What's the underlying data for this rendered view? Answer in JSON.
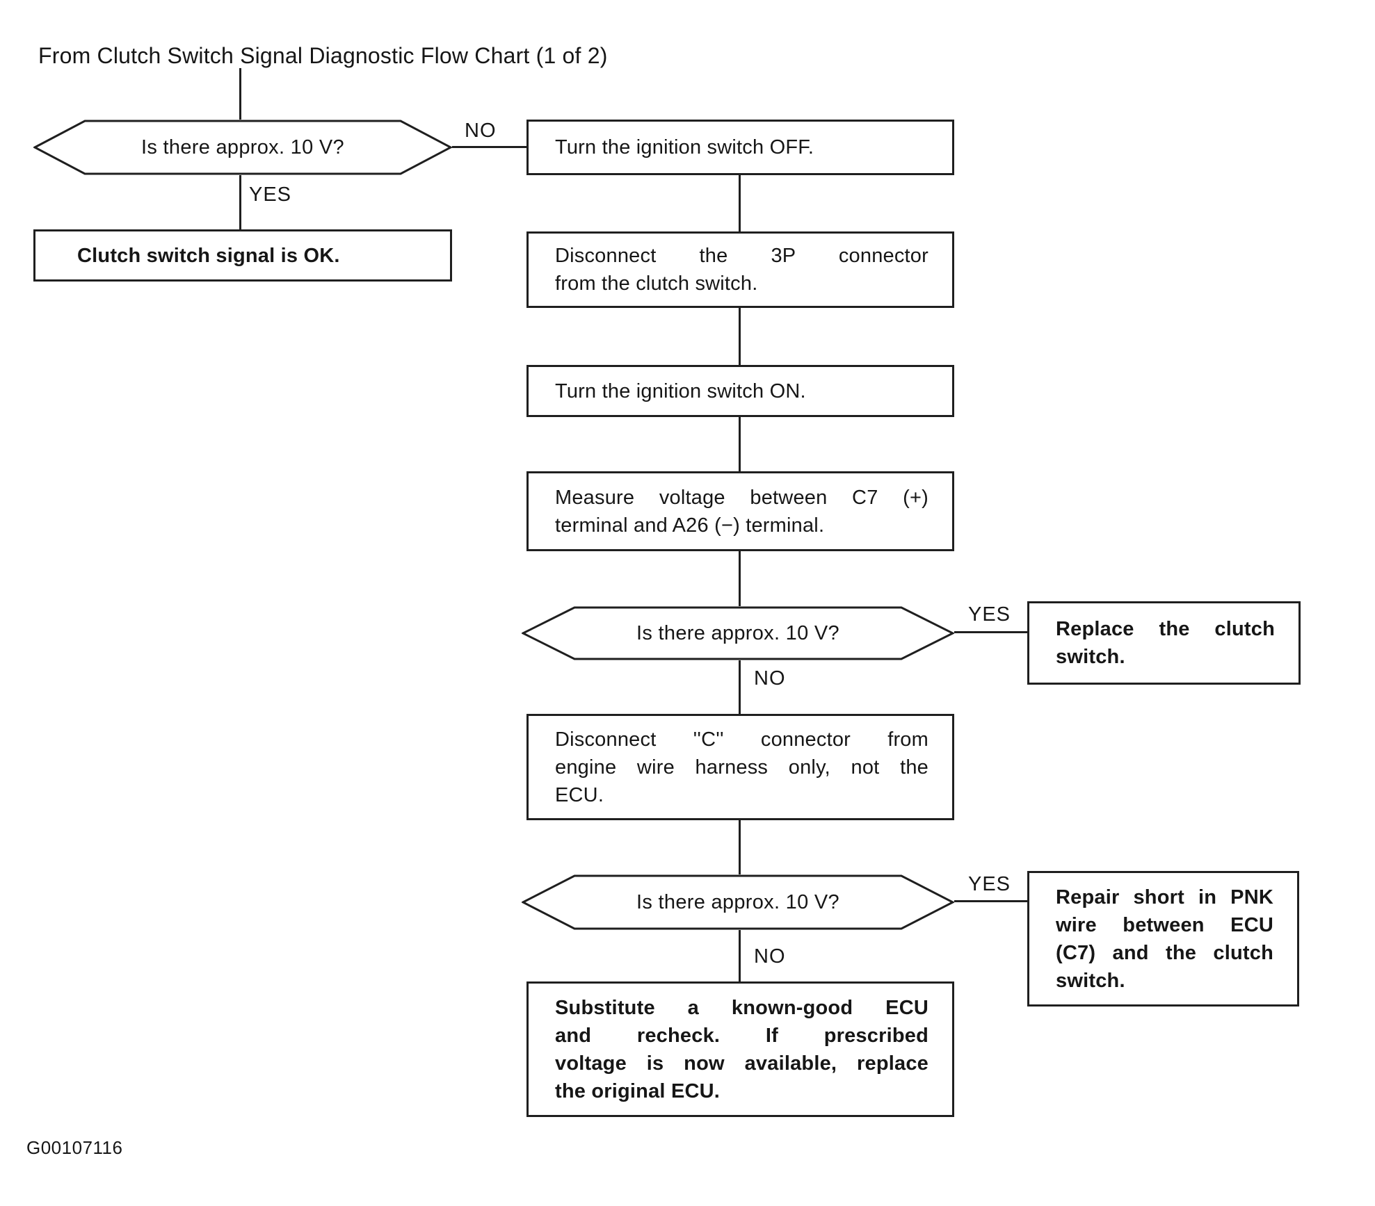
{
  "page": {
    "title": "From Clutch Switch Signal Diagnostic Flow Chart (1 of 2)",
    "figure_code": "G00107116"
  },
  "colors": {
    "background": "#ffffff",
    "ink": "#1f1f1f"
  },
  "flow": {
    "labels": {
      "yes": "YES",
      "no": "NO"
    },
    "decision_1": "Is there approx. 10 V?",
    "decision_2": "Is there approx. 10 V?",
    "decision_3": "Is there approx. 10 V?",
    "clutch_ok": "Clutch switch signal is OK.",
    "turn_ignition_off": "Turn the ignition switch OFF.",
    "disconnect_3p": [
      "Disconnect the 3P connector",
      "from the clutch switch."
    ],
    "turn_ignition_on": "Turn the ignition switch ON.",
    "measure_voltage": [
      "Measure voltage between C7 (+)",
      "terminal and A26 (−) terminal."
    ],
    "replace_clutch_switch": [
      "Replace the clutch",
      "switch."
    ],
    "disconnect_c": [
      "Disconnect ''C'' connector from",
      "engine wire harness only, not the",
      "ECU."
    ],
    "repair_short": [
      "Repair short in PNK",
      "wire between ECU",
      "(C7) and the clutch",
      "switch."
    ],
    "substitute_ecu": [
      "Substitute a known-good ECU",
      "and recheck. If prescribed",
      "voltage is now available, replace",
      "the original ECU."
    ]
  }
}
